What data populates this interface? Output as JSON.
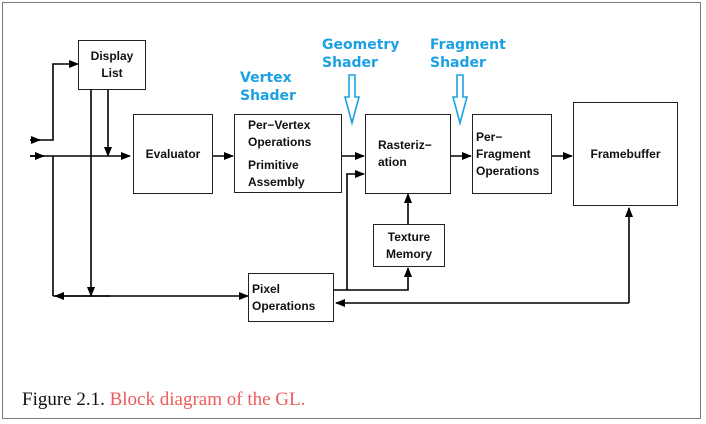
{
  "diagram": {
    "blocks": {
      "display_list": [
        "Display",
        "List"
      ],
      "evaluator": [
        "Evaluator"
      ],
      "per_vertex": [
        "Per−Vertex",
        "Operations"
      ],
      "primitive": [
        "Primitive",
        "Assembly"
      ],
      "rasterization": [
        "Rasteriz−",
        "ation"
      ],
      "per_fragment": [
        "Per−",
        "Fragment",
        "Operations"
      ],
      "framebuffer": [
        "Framebuffer"
      ],
      "texture_memory": [
        "Texture",
        "Memory"
      ],
      "pixel_operations": [
        "Pixel",
        "Operations"
      ]
    },
    "annotations": {
      "vertex_shader": [
        "Vertex",
        "Shader"
      ],
      "geometry_shader": [
        "Geometry",
        "Shader"
      ],
      "fragment_shader": [
        "Fragment",
        "Shader"
      ]
    },
    "colors": {
      "annotation": "#1ba1e2",
      "caption_text": "#ee5b5b"
    }
  },
  "caption": {
    "number": "Figure 2.1.",
    "text": "Block diagram of the GL."
  }
}
